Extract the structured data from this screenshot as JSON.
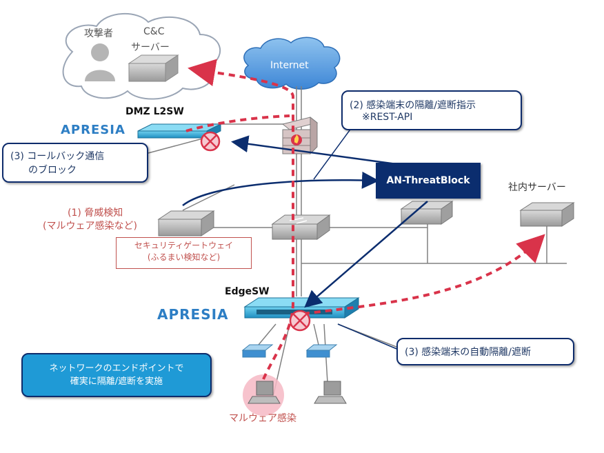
{
  "cloud_attacker": {
    "attacker_label": "攻撃者",
    "cc_label_line1": "C&C",
    "cc_label_line2": "サーバー"
  },
  "internet_label": "Internet",
  "dmz": {
    "title": "DMZ L2SW",
    "logo": "APRESIA"
  },
  "edge": {
    "title": "EdgeSW",
    "logo": "APRESIA"
  },
  "callouts": {
    "isolation_instruction": {
      "line1": "(2) 感染端末の隔離/遮断指示",
      "line2": "※REST-API"
    },
    "callback_block": {
      "line1": "(3) コールバック通信",
      "line2": "のブロック"
    },
    "auto_isolation": {
      "text": "(3) 感染端末の自動隔離/遮断"
    },
    "endpoint_note": {
      "line1": "ネットワークのエンドポイントで",
      "line2": "確実に隔離/遮断を実施"
    }
  },
  "threatblock_label": "AN-ThreatBlock",
  "internal_server_label": "社内サーバー",
  "threat_detection": {
    "line1": "(1) 脅威検知",
    "line2": "(マルウェア感染など)"
  },
  "security_gateway": {
    "line1": "セキュリティゲートウェイ",
    "line2": "(ふるまい検知など)"
  },
  "malware_label": "マルウェア感染",
  "colors": {
    "navy": "#0b2d6e",
    "red_dashed": "#d9334a",
    "blue_callout": "#1f9ad6",
    "pink": "#c0504d"
  }
}
